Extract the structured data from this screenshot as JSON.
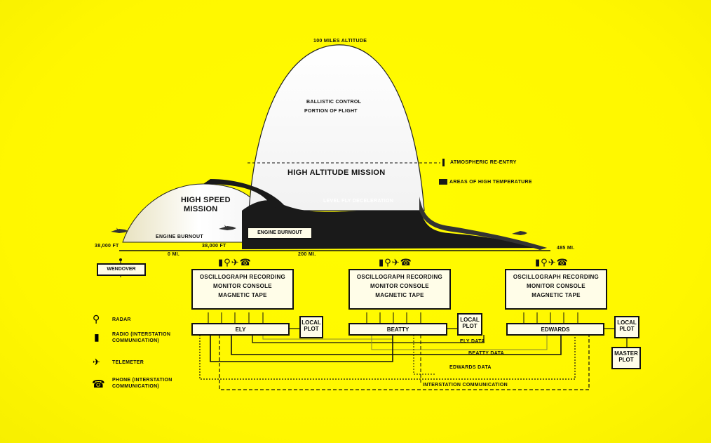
{
  "labels": {
    "peak_altitude": "100 MILES ALTITUDE",
    "ballistic_line1": "BALLISTIC CONTROL",
    "ballistic_line2": "PORTION OF FLIGHT",
    "high_altitude_mission": "HIGH ALTITUDE MISSION",
    "atmospheric_reentry": "ATMOSPHERIC RE-ENTRY",
    "areas_high_temperature": "AREAS OF HIGH TEMPERATURE",
    "level_fly_deceleration": "LEVEL FLY DECELERATION",
    "high_speed_line1": "HIGH SPEED",
    "high_speed_line2": "MISSION",
    "engine_burnout_left": "ENGINE BURNOUT",
    "engine_burnout_right": "ENGINE BURNOUT",
    "alt_left": "38,000 FT",
    "alt_mid": "38,000 FT",
    "mi_0": "0 MI.",
    "mi_200": "200 MI.",
    "mi_485": "485 MI.",
    "wendover": "WENDOVER"
  },
  "stations": [
    {
      "name": "ELY",
      "lines": [
        "OSCILLOGRAPH RECORDING",
        "MONITOR CONSOLE",
        "MAGNETIC TAPE"
      ],
      "plot": [
        "LOCAL",
        "PLOT"
      ]
    },
    {
      "name": "BEATTY",
      "lines": [
        "OSCILLOGRAPH RECORDING",
        "MONITOR CONSOLE",
        "MAGNETIC TAPE"
      ],
      "plot": [
        "LOCAL",
        "PLOT"
      ]
    },
    {
      "name": "EDWARDS",
      "lines": [
        "OSCILLOGRAPH RECORDING",
        "MONITOR CONSOLE",
        "MAGNETIC TAPE"
      ],
      "plot": [
        "LOCAL",
        "PLOT"
      ]
    }
  ],
  "master_plot": [
    "MASTER",
    "PLOT"
  ],
  "data_lines": {
    "ely": "ELY DATA",
    "beatty": "BEATTY DATA",
    "edwards": "EDWARDS DATA",
    "interstation": "INTERSTATION COMMUNICATION"
  },
  "legend": {
    "radar": "RADAR",
    "radio_line1": "RADIO (INTERSTATION",
    "radio_line2": "COMMUNICATION)",
    "telemeter": "TELEMETER",
    "phone_line1": "PHONE (INTERSTATION",
    "phone_line2": "COMMUNICATION)"
  },
  "icons": [
    "radio-icon",
    "radar-icon",
    "telemeter-icon",
    "phone-icon"
  ],
  "colors": {
    "background": "#fffb00",
    "ink": "#111111",
    "panel": "#fffde8",
    "trajectory_fill": "#ffffff",
    "dark_fill": "#1a1a1a"
  }
}
